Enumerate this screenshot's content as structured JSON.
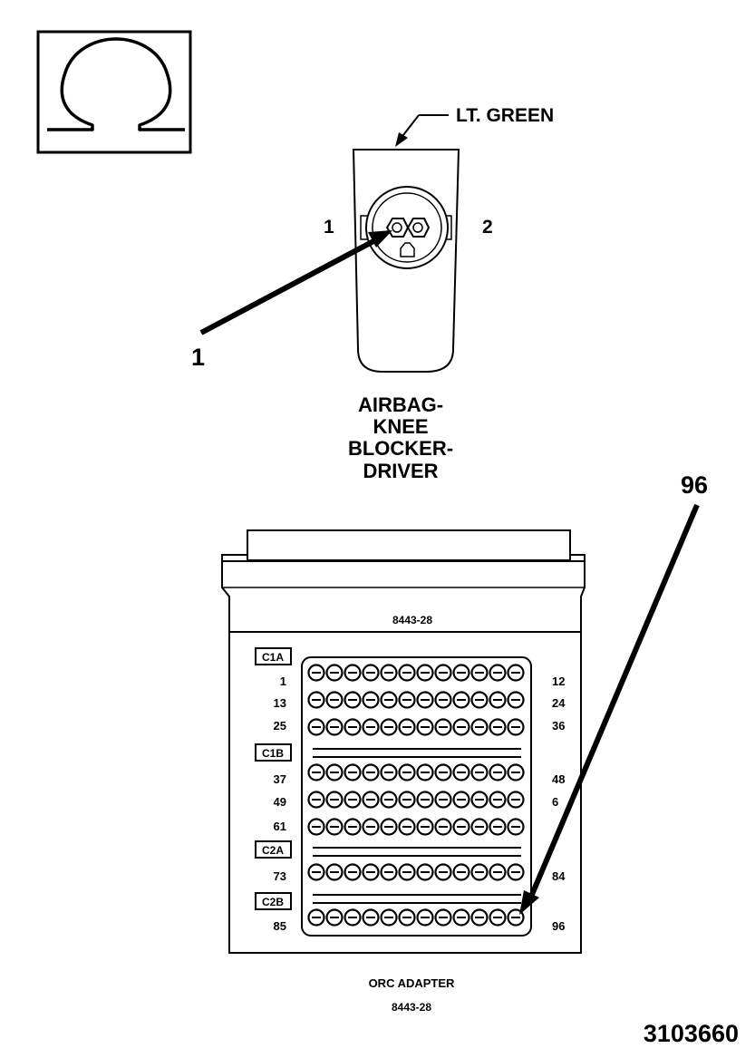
{
  "meter": {
    "icon": "ohm-symbol-icon"
  },
  "connector": {
    "wire_color": "LT. GREEN",
    "pin_left": "1",
    "pin_right": "2",
    "callout": "1",
    "name_lines": [
      "AIRBAG-",
      "KNEE",
      "BLOCKER-",
      "DRIVER"
    ]
  },
  "adapter": {
    "top_label": "8443-28",
    "caption": "ORC ADAPTER",
    "caption_part": "8443-28",
    "callout": "96",
    "groups": [
      {
        "name": "C1A",
        "rows": [
          {
            "start": "1",
            "end": "12"
          },
          {
            "start": "13",
            "end": "24"
          },
          {
            "start": "25",
            "end": "36"
          }
        ]
      },
      {
        "name": "C1B",
        "rows": [
          {
            "start": "37",
            "end": "48"
          },
          {
            "start": "49",
            "end": "6"
          },
          {
            "start": "61",
            "end": ""
          }
        ]
      },
      {
        "name": "C2A",
        "rows": [
          {
            "start": "73",
            "end": "84"
          }
        ]
      },
      {
        "name": "C2B",
        "rows": [
          {
            "start": "85",
            "end": "96"
          }
        ]
      }
    ]
  },
  "figure_number": "3103660"
}
